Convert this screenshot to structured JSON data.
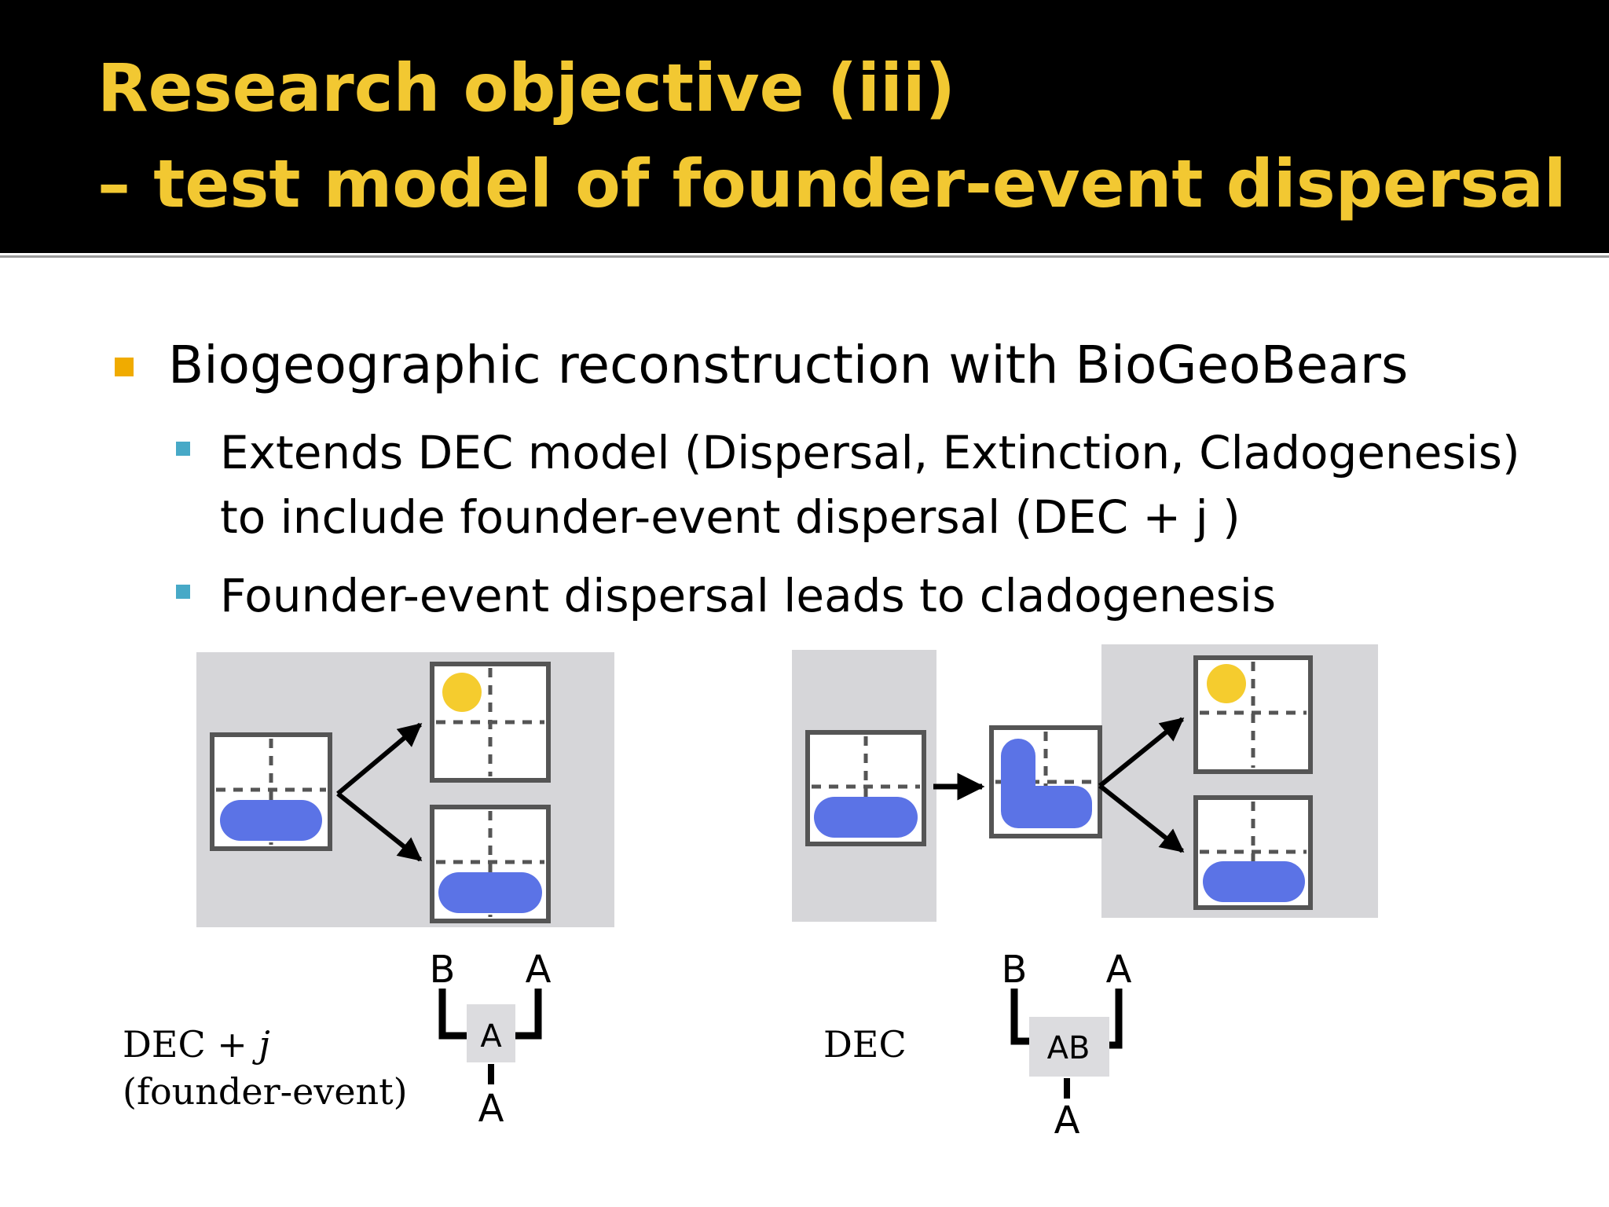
{
  "slide": {
    "title_line_1": "Research objective (iii)",
    "title_line_2": "– test model of founder-event dispersal",
    "bullets": {
      "level1": "Biogeographic reconstruction with BioGeoBears",
      "level2_a_line1": "Extends DEC model (Dispersal, Extinction, Cladogenesis)",
      "level2_a_line2": "to include founder-event dispersal (DEC + j )",
      "level2_b": "Founder-event dispersal leads to cladogenesis"
    }
  },
  "figure": {
    "left": {
      "label_model": "DEC + ",
      "label_model_italic": "j",
      "label_note": "(founder-event)",
      "tree": {
        "left_tip": "B",
        "right_tip": "A",
        "node": "A",
        "root": "A"
      }
    },
    "right": {
      "label_model": "DEC",
      "tree": {
        "left_tip": "B",
        "right_tip": "A",
        "node": "AB",
        "root": "A"
      }
    }
  },
  "colors": {
    "title": "#f2c832",
    "bullet_level1": "#f0ab00",
    "bullet_level2": "#47a9c7",
    "range_fill": "#5b73e6",
    "founder_dot": "#f5cc2e",
    "panel_bg": "#d6d6d9"
  }
}
